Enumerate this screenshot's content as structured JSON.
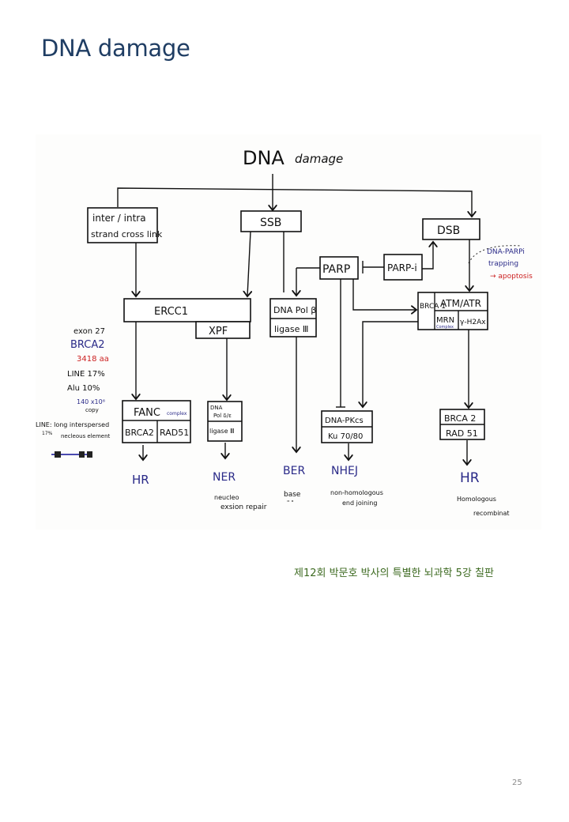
{
  "slide": {
    "title": "DNA damage",
    "caption": "제12회 박문호 박사의 특별한 뇌과학 5강 칠판",
    "page_number": "25"
  },
  "diagram": {
    "root": "DNA",
    "root_sub": "damage",
    "nodes": {
      "crosslink_line1": "inter / intra",
      "crosslink_line2": "strand cross link",
      "ssb": "SSB",
      "dsb": "DSB",
      "parp": "PARP",
      "parp_i": "PARP-i",
      "ercc1": "ERCC1",
      "xpf": "XPF",
      "dna_pol_beta": "DNA Pol β",
      "ligase_iii_ber": "ligase Ⅲ",
      "brca1": "BRCA 1",
      "atm_atr": "ATM/ATR",
      "mrn": "MRN",
      "mrn_sub": "Complex",
      "h2ax": "γ-H2Ax",
      "fanc": "FANC",
      "fanc_sub": "complex",
      "brca2_fanc": "BRCA2",
      "rad51_fanc": "RAD51",
      "dna_pol_de_line1": "DNA",
      "dna_pol_de_line2": "Pol δ/ε",
      "ligase_iii_ner": "ligase Ⅲ",
      "dna_pkcs": "DNA-PKcs",
      "ku": "Ku 70/80",
      "brca2_hr": "BRCA 2",
      "rad51_hr": "RAD 51"
    },
    "annotations": {
      "trapping_line1": "DNA-PARPi",
      "trapping_line2": "trapping",
      "apoptosis": "→ apoptosis"
    },
    "side_notes": {
      "exon": "exon 27",
      "brca2": "BRCA2",
      "aa": "3418 aa",
      "line_pct": "LINE 17%",
      "alu_pct": "Alu 10%",
      "copy_line1": "140 x10⁶",
      "copy_line2": "copy",
      "line_def_line1": "LINE: long interspersed",
      "line_def_pct": "17%",
      "line_def_line2": "necleous element"
    },
    "pathways": [
      {
        "abbr": "HR",
        "desc1": "",
        "desc2": ""
      },
      {
        "abbr": "NER",
        "desc1": "neucleo",
        "desc2": "exsion repair"
      },
      {
        "abbr": "BER",
        "desc1": "base",
        "desc2": "\" \""
      },
      {
        "abbr": "NHEJ",
        "desc1": "non-homologous",
        "desc2": "end joining"
      },
      {
        "abbr": "HR",
        "desc1": "Homologous",
        "desc2": "recombinat"
      }
    ]
  }
}
